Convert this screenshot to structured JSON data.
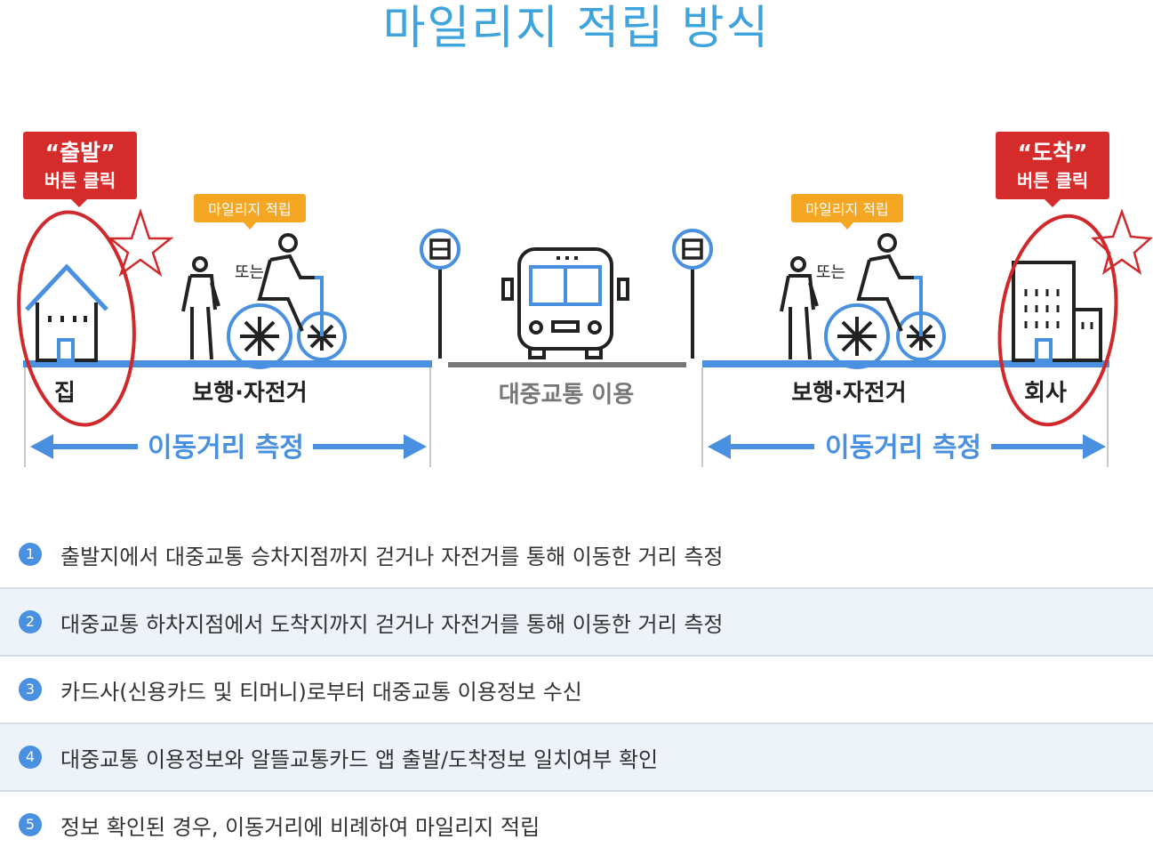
{
  "title": "마일리지 적립 방식",
  "callouts": {
    "departure": {
      "quote": "“출발”",
      "sub": "버튼 클릭"
    },
    "arrival": {
      "quote": "“도착”",
      "sub": "버튼 클릭"
    }
  },
  "mileage_tags": {
    "left": "마일리지 적립",
    "right": "마일리지 적립"
  },
  "or_labels": {
    "left": "또는",
    "right": "또는"
  },
  "ground_labels": {
    "home": "집",
    "walk_bike_left": "보행·자전거",
    "transit": "대중교통 이용",
    "walk_bike_right": "보행·자전거",
    "office": "회사"
  },
  "measure_labels": {
    "left": "이동거리 측정",
    "right": "이동거리 측정"
  },
  "steps": [
    {
      "num": "1",
      "text": "출발지에서 대중교통 승차지점까지 걷거나 자전거를 통해 이동한 거리 측정"
    },
    {
      "num": "2",
      "text": "대중교통 하차지점에서 도착지까지 걷거나 자전거를 통해 이동한 거리 측정"
    },
    {
      "num": "3",
      "text": "카드사(신용카드 및 티머니)로부터 대중교통 이용정보 수신"
    },
    {
      "num": "4",
      "text": "대중교통 이용정보와 알뜰교통카드 앱 출발/도착정보 일치여부 확인"
    },
    {
      "num": "5",
      "text": "정보 확인된 경우, 이동거리에 비례하여 마일리지 적립"
    }
  ],
  "colors": {
    "title": "#3ea4dd",
    "callout": "#d62b2b",
    "tag": "#f5a623",
    "road": "#4a90e0",
    "measure": "#4a90e0",
    "circle": "#d0282b"
  }
}
